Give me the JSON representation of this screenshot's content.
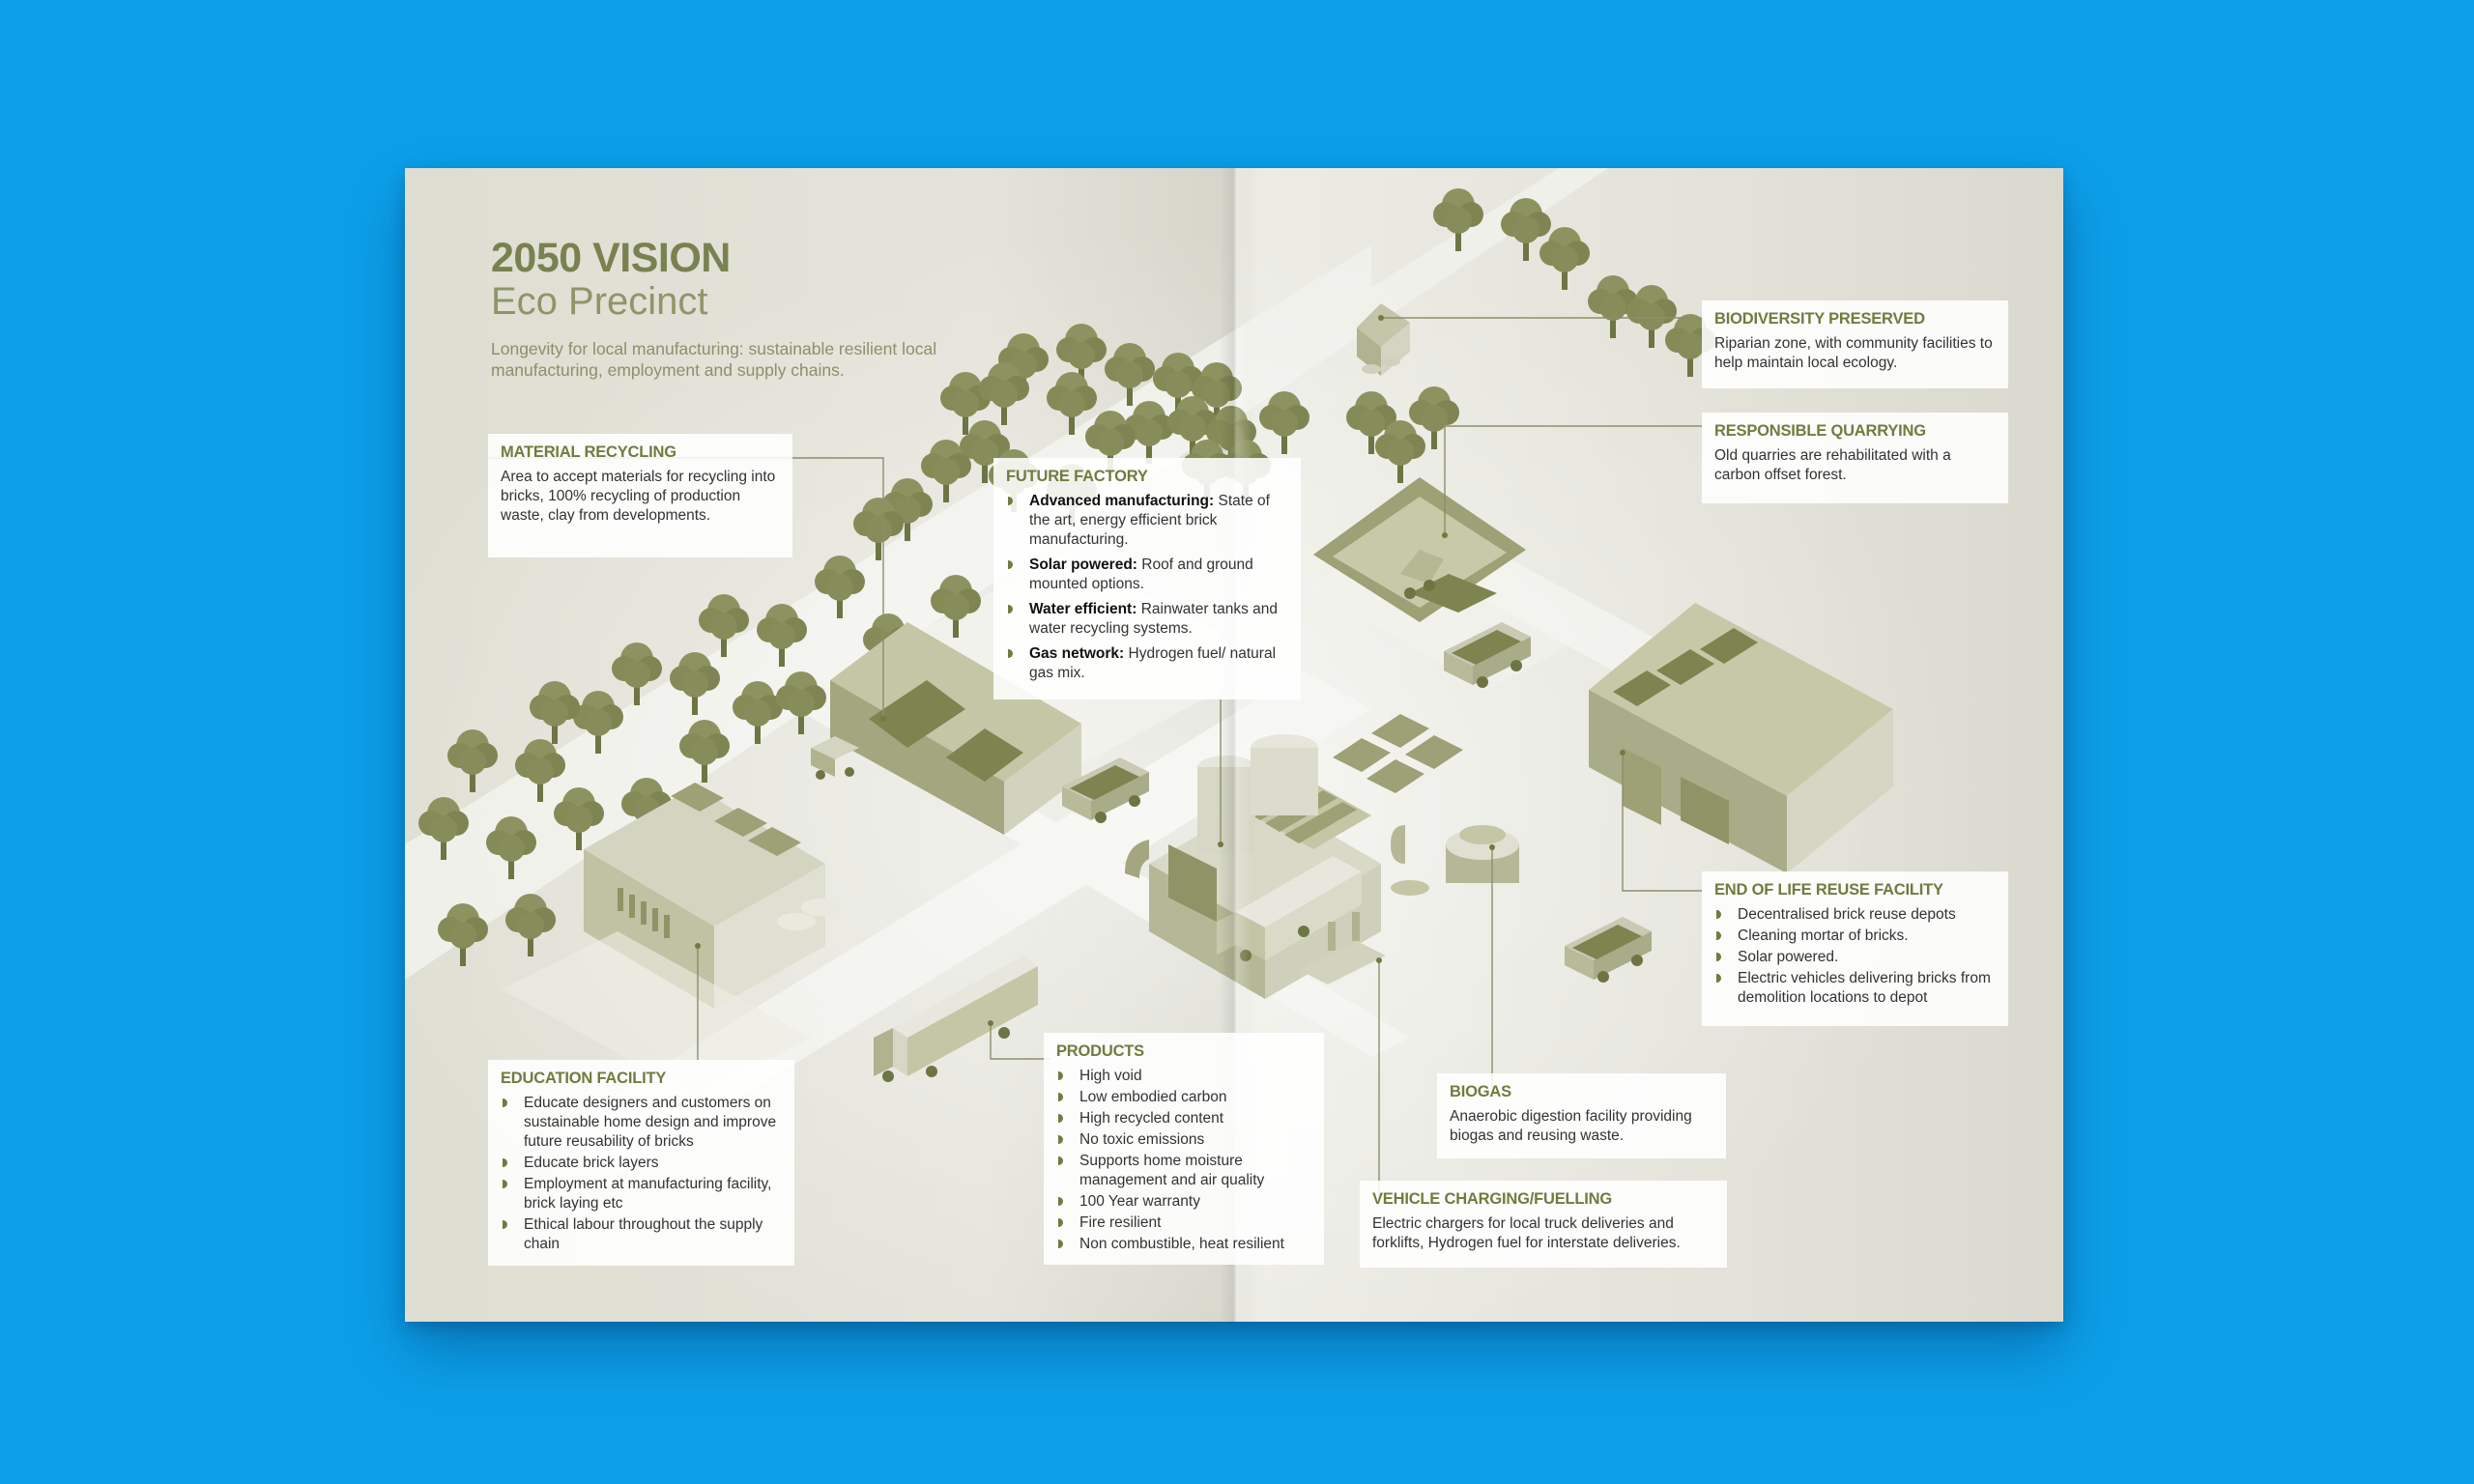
{
  "title": {
    "main": "2050 VISION",
    "sub": "Eco Precinct",
    "description": "Longevity for local manufacturing: sustainable resilient local manufacturing, employment and supply chains."
  },
  "colors": {
    "background": "#0ca0ea",
    "accent_olive": "#737a3f",
    "page": "#e4e4dc"
  },
  "cards": {
    "material_recycling": {
      "title": "MATERIAL RECYCLING",
      "text": "Area to accept materials for recycling into bricks, 100% recycling of production waste, clay from developments."
    },
    "future_factory": {
      "title": "FUTURE FACTORY",
      "items": [
        {
          "bold": "Advanced manufacturing:",
          "text": " State of the art, energy efficient brick manufacturing."
        },
        {
          "bold": "Solar powered:",
          "text": " Roof and ground mounted options."
        },
        {
          "bold": "Water efficient:",
          "text": " Rainwater tanks and water recycling systems."
        },
        {
          "bold": "Gas network:",
          "text": " Hydrogen fuel/ natural gas mix."
        }
      ]
    },
    "biodiversity": {
      "title": "BIODIVERSITY PRESERVED",
      "text": "Riparian zone, with community facilities to help maintain local ecology."
    },
    "quarrying": {
      "title": "RESPONSIBLE QUARRYING",
      "text": "Old quarries are rehabilitated with a carbon offset forest."
    },
    "end_of_life": {
      "title": "END OF LIFE REUSE FACILITY",
      "items": [
        "Decentralised brick reuse depots",
        "Cleaning mortar of bricks.",
        "Solar powered.",
        "Electric vehicles delivering bricks from demolition locations to depot"
      ]
    },
    "education": {
      "title": "EDUCATION FACILITY",
      "items": [
        "Educate designers and customers on sustainable home design and improve future reusability of bricks",
        "Educate brick layers",
        "Employment at manufacturing facility, brick laying etc",
        "Ethical labour throughout the supply chain"
      ]
    },
    "products": {
      "title": "PRODUCTS",
      "items": [
        "High void",
        "Low embodied carbon",
        "High recycled content",
        "No toxic emissions",
        "Supports home moisture management and air quality",
        "100 Year warranty",
        "Fire resilient",
        "Non combustible, heat resilient"
      ]
    },
    "biogas": {
      "title": "BIOGAS",
      "text": "Anaerobic digestion facility providing biogas and reusing waste."
    },
    "vehicle": {
      "title": "VEHICLE CHARGING/FUELLING",
      "text": "Electric chargers for local truck deliveries and forklifts, Hydrogen fuel for interstate deliveries."
    }
  }
}
